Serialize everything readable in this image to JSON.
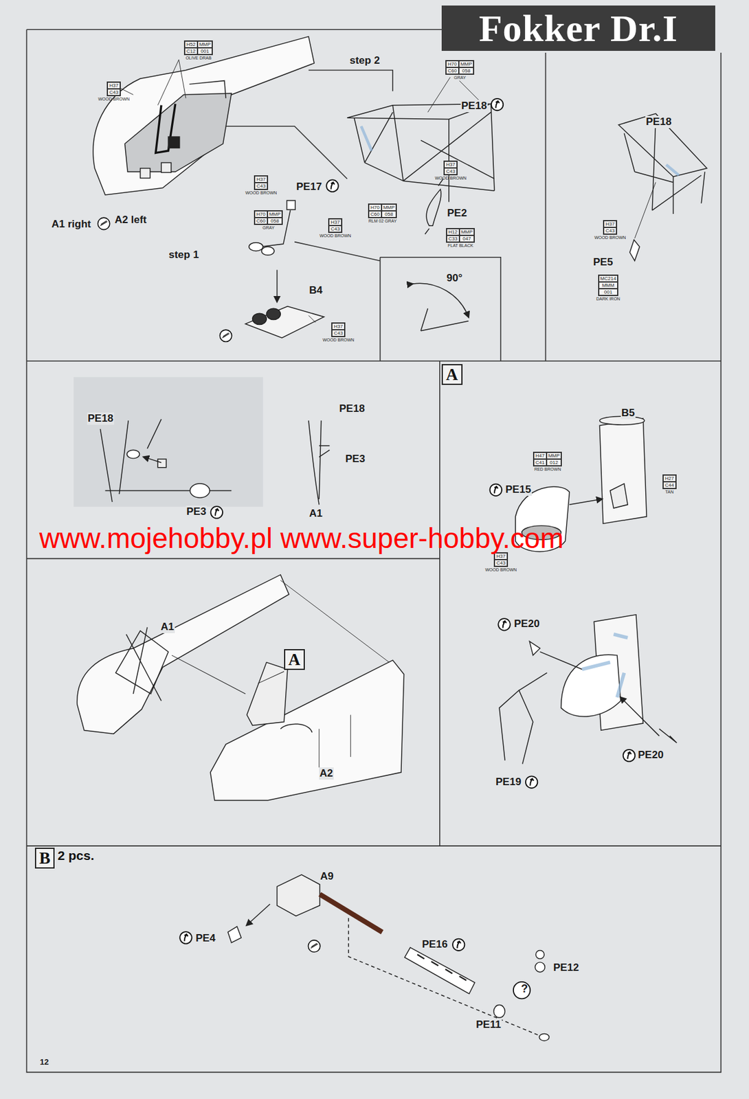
{
  "diagram": {
    "title": "Fokker Dr.I",
    "nodes": [
      {
        "text": [
          "H52",
          "MMP",
          "C12",
          "001",
          "OLIVE DRAB"
        ]
      },
      {
        "text": [
          "H70",
          "MMP",
          "C60",
          "058",
          "GRAY"
        ]
      },
      {
        "text": [
          "H37",
          "C43",
          "WOOD BROWN"
        ]
      },
      {
        "text": [
          "H37",
          "C43",
          "WOOD BROWN"
        ]
      },
      {
        "text": [
          "H37",
          "C43",
          "WOOD BROWN"
        ]
      },
      {
        "text": [
          "H70",
          "MMP",
          "C60",
          "058",
          "RLM 02 GRAY"
        ]
      },
      {
        "text": [
          "H70",
          "MMP",
          "C60",
          "058",
          "GRAY"
        ]
      },
      {
        "text": [
          "H37",
          "C43",
          "WOOD BROWN"
        ]
      },
      {
        "text": [
          "H12",
          "MMP",
          "C33",
          "047",
          "FLAT BLACK"
        ]
      },
      {
        "text": [
          "H37",
          "C43",
          "WOOD BROWN"
        ]
      },
      {
        "text": [
          "MC214",
          "MMM",
          "001",
          "DARK IRON"
        ]
      },
      {
        "text": [
          "H37",
          "C43",
          "WOOD BROWN"
        ]
      },
      {
        "text": [
          "A"
        ]
      },
      {
        "text": [
          "H47",
          "MMP",
          "C41",
          "012",
          "RED BROWN"
        ]
      },
      {
        "text": [
          "H27",
          "C44",
          "TAN"
        ]
      },
      {
        "text": [
          "H37",
          "C43",
          "WOOD BROWN"
        ]
      },
      {
        "text": [
          "A"
        ]
      },
      {
        "text": [
          "B",
          "2 pcs."
        ]
      }
    ],
    "labels": [
      "step 2",
      "PE18",
      "PE17",
      "PE2",
      "A1 right",
      "A2 left",
      "step 1",
      "90°",
      "B4",
      "PE18",
      "PE5",
      "PE18",
      "PE18",
      "B5",
      "PE3",
      "PE15",
      "PE3",
      "A1",
      "www.mojehobby.pl www.super-hobby.com",
      "A1",
      "PE20",
      "PE20",
      "A2",
      "PE19",
      "A9",
      "PE4",
      "PE16",
      "PE12",
      "?",
      "PE11",
      "12"
    ]
  }
}
